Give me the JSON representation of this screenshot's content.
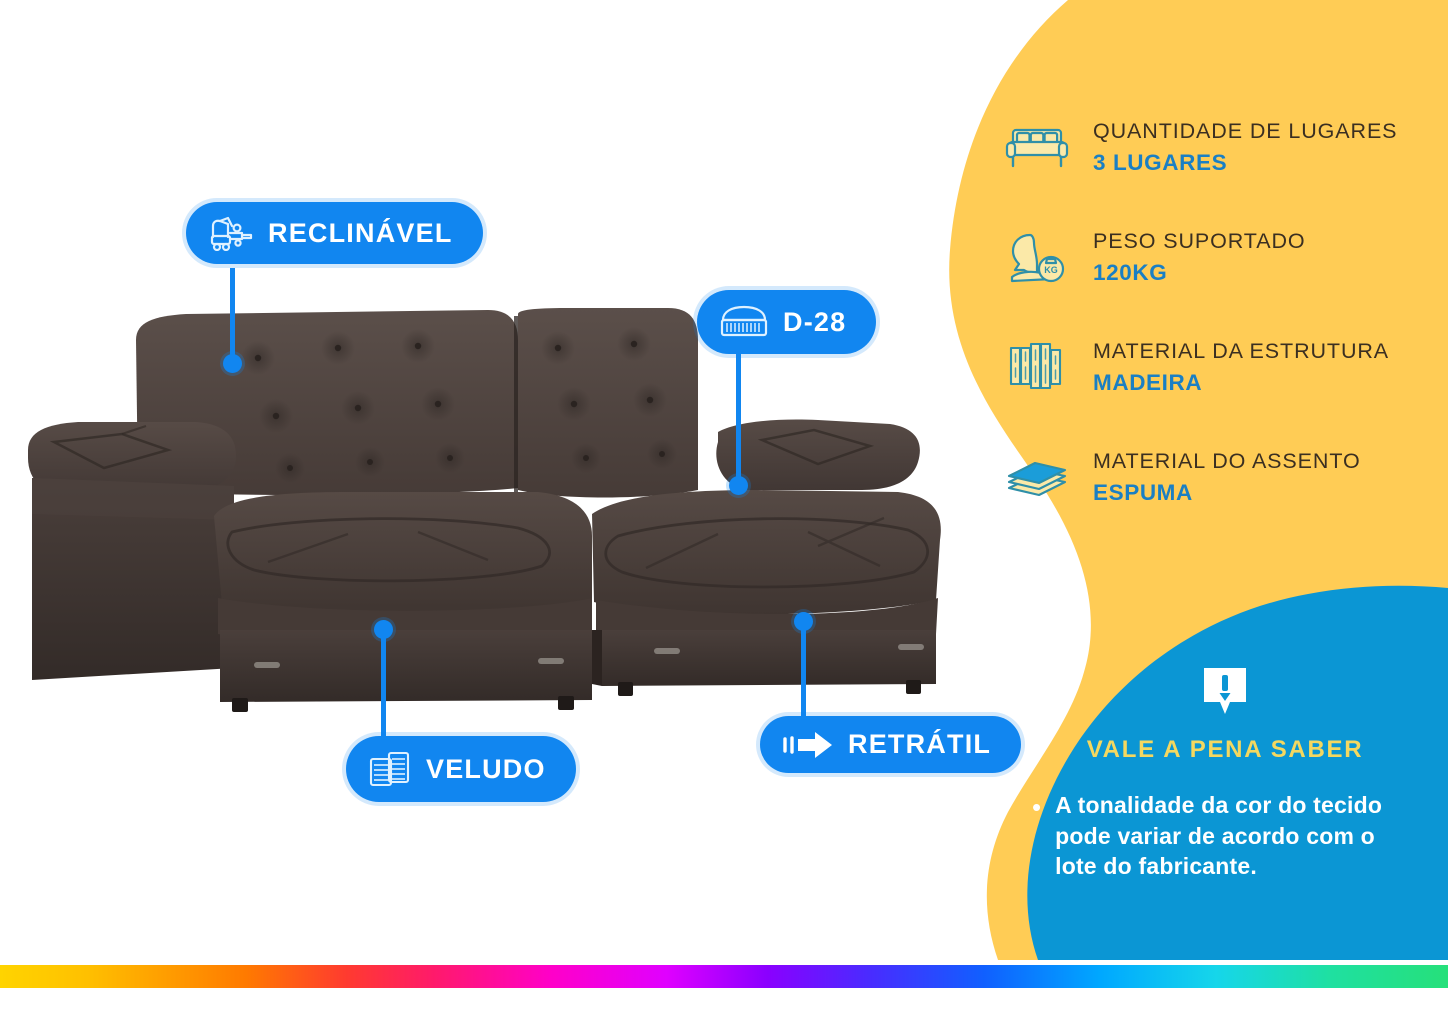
{
  "theme": {
    "yellow": "#FFCC55",
    "blue_panel": "#0B96D4",
    "badge_blue": "#1186F0",
    "accent_value_blue": "#1A7FC4",
    "icon_teal": "#2F8FA8",
    "dark_text": "#3B2F21",
    "note_title_yellow": "#F4D860",
    "sofa_fabric": "#4A3F3C"
  },
  "specs": [
    {
      "icon": "sofa-icon",
      "label": "QUANTIDADE DE LUGARES",
      "value": "3 LUGARES"
    },
    {
      "icon": "weight-person-icon",
      "label": "PESO SUPORTADO",
      "value": "120KG"
    },
    {
      "icon": "wood-planks-icon",
      "label": "MATERIAL DA ESTRUTURA",
      "value": "MADEIRA"
    },
    {
      "icon": "foam-layers-icon",
      "label": "MATERIAL DO ASSENTO",
      "value": "ESPUMA"
    }
  ],
  "note": {
    "icon": "alert-callout-icon",
    "title": "VALE A PENA SABER",
    "bullet": "•",
    "text": "A tonalidade da cor do tecido pode variar de acordo com o lote do fabricante."
  },
  "callouts": [
    {
      "id": "reclinavel",
      "icon": "recliner-icon",
      "label": "RECLINÁVEL"
    },
    {
      "id": "d28",
      "icon": "foam-density-icon",
      "label": "D-28"
    },
    {
      "id": "veludo",
      "icon": "fabric-stack-icon",
      "label": "VELUDO"
    },
    {
      "id": "retratil",
      "icon": "motion-arrow-icon",
      "label": "RETRÁTIL"
    }
  ],
  "product": {
    "name": "sofa-retratil-reclinavel-photo",
    "alt": "Sofá retrátil e reclinável 3 lugares em veludo marrom"
  },
  "footer": {
    "name": "rainbow-gradient-bar"
  }
}
